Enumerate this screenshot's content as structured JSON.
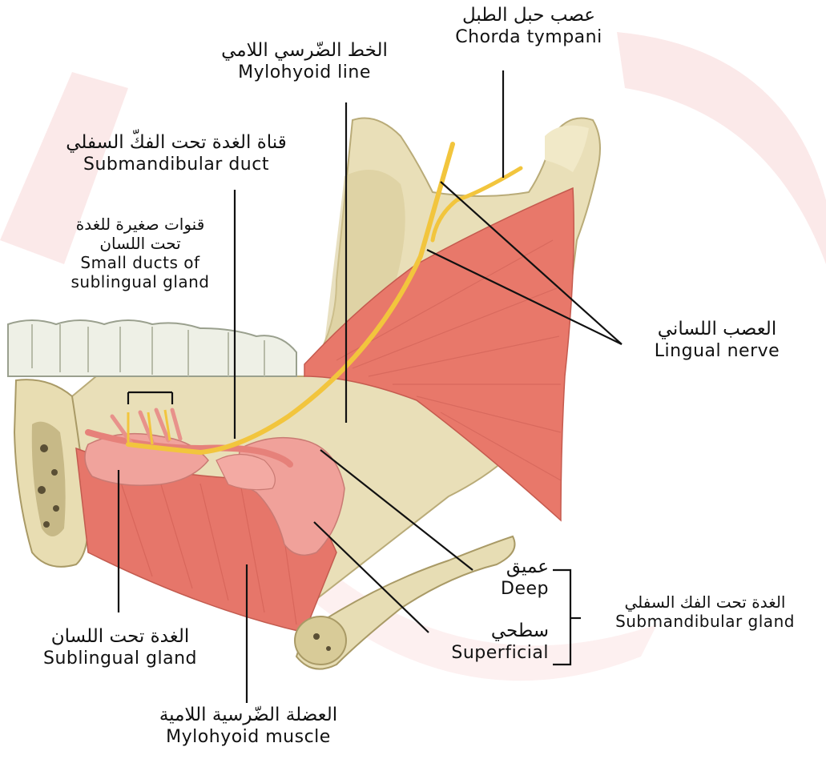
{
  "labels": {
    "chorda_tympani": {
      "ar": "عصب حبل الطبل",
      "en": "Chorda tympani"
    },
    "mylohyoid_line": {
      "ar": "الخط الضّرسي اللامي",
      "en": "Mylohyoid line"
    },
    "submandibular_duct": {
      "ar": "قناة الغدة تحت الفكّ السفلي",
      "en": "Submandibular duct"
    },
    "small_ducts": {
      "ar1": "قنوات صغيرة للغدة",
      "ar2": "تحت اللسان",
      "en1": "Small ducts of",
      "en2": "sublingual gland"
    },
    "lingual_nerve": {
      "ar": "العصب اللساني",
      "en": "Lingual nerve"
    },
    "deep": {
      "ar": "عميق",
      "en": "Deep"
    },
    "superficial": {
      "ar": "سطحي",
      "en": "Superficial"
    },
    "submandibular_gland": {
      "ar": "الغدة تحت الفك السفلي",
      "en": "Submandibular gland"
    },
    "sublingual_gland": {
      "ar": "الغدة تحت اللسان",
      "en": "Sublingual gland"
    },
    "mylohyoid_muscle": {
      "ar": "العضلة الضّرسية اللامية",
      "en": "Mylohyoid muscle"
    }
  },
  "colors": {
    "bone": "#e6dcb4",
    "bone_shadow": "#c9bd8c",
    "muscle": "#e8786a",
    "muscle_dark": "#c8544a",
    "gland": "#f2a6a0",
    "nerve": "#f2c53d",
    "duct": "#e98d86",
    "tooth": "#eef0e6",
    "watermark": "#fbe4e4"
  }
}
